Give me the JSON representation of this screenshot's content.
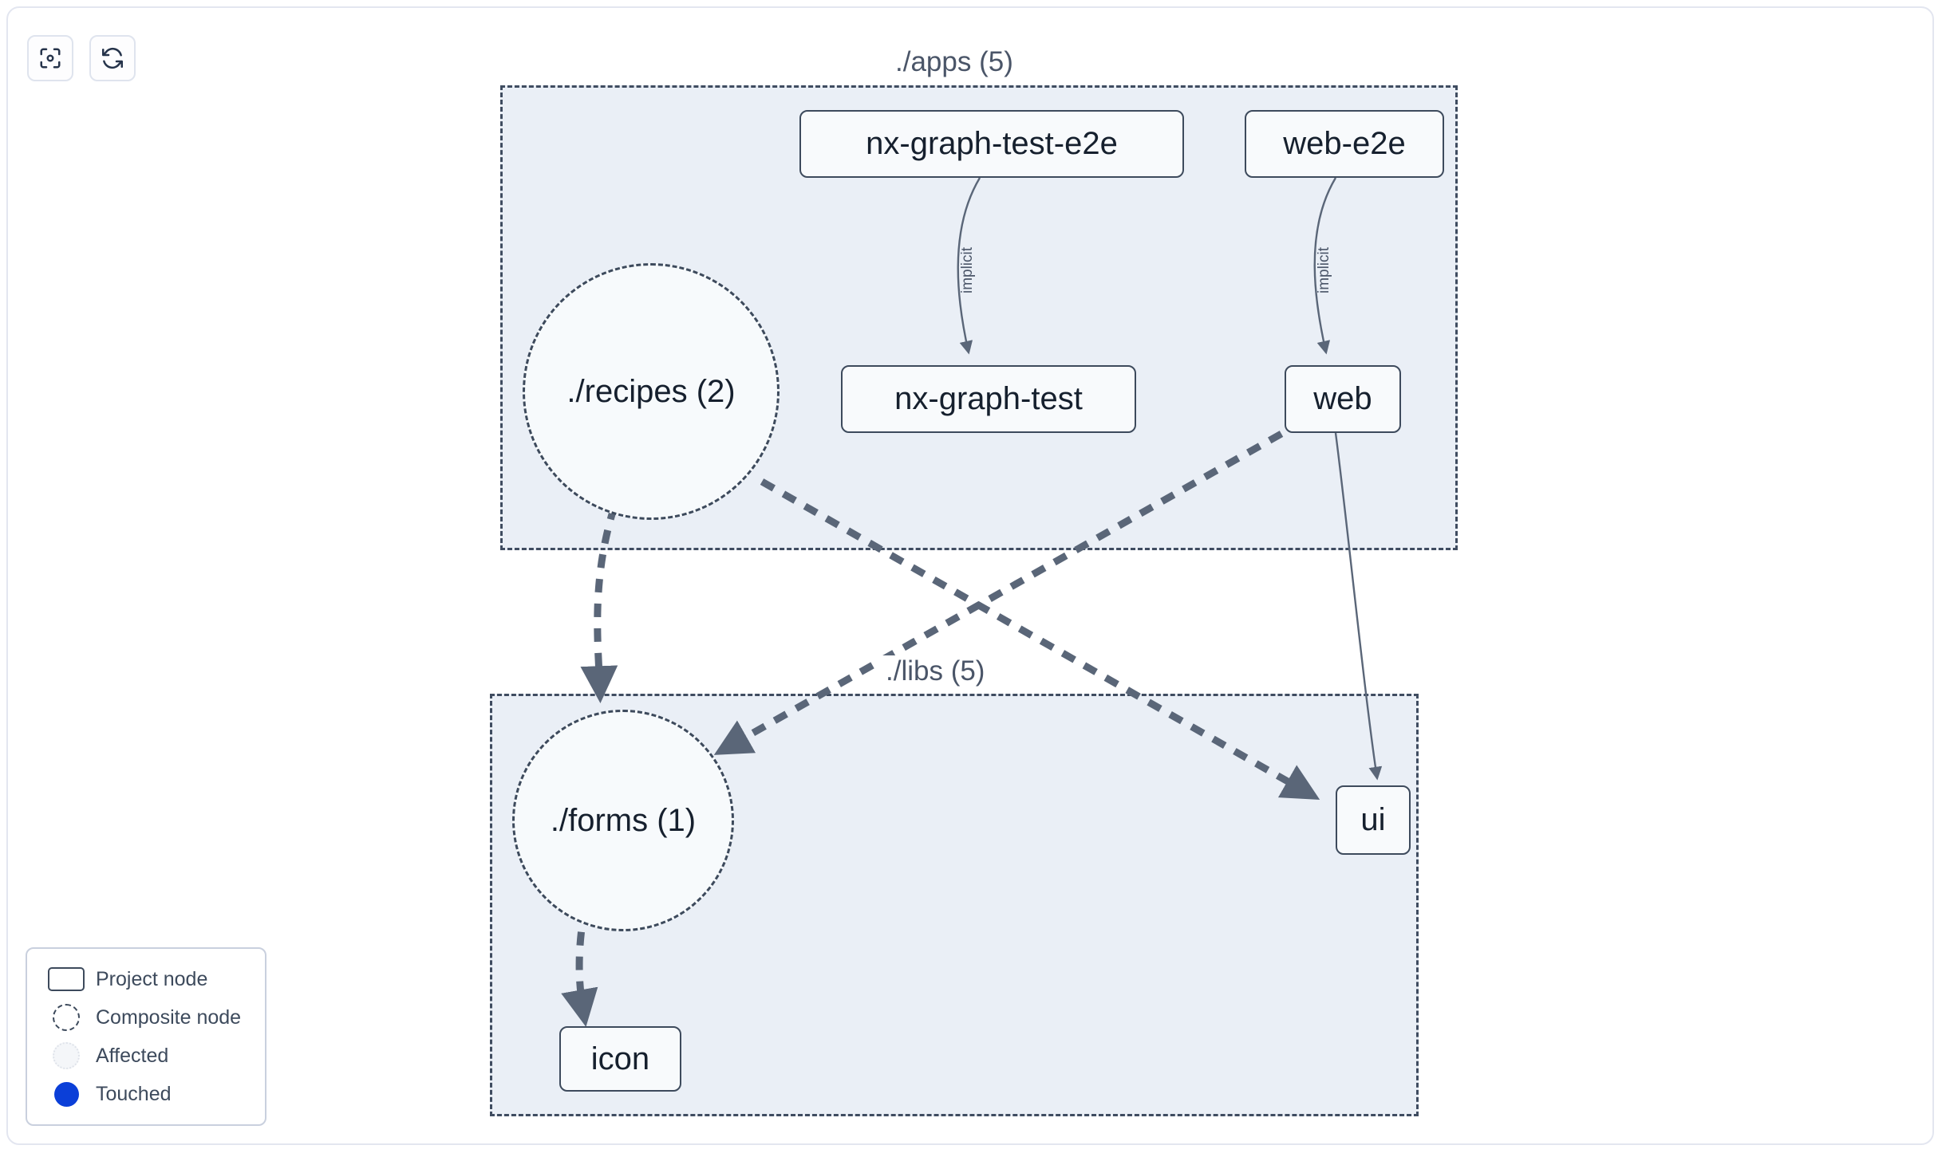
{
  "toolbar": {
    "buttons": [
      {
        "name": "focus-graph",
        "icon": "focus-target-icon",
        "label": ""
      },
      {
        "name": "refresh-graph",
        "icon": "refresh-icon",
        "label": ""
      }
    ]
  },
  "graph": {
    "groups": [
      {
        "id": "apps",
        "label": "./apps (5)"
      },
      {
        "id": "libs",
        "label": "./libs (5)"
      }
    ],
    "nodes": [
      {
        "id": "nx-graph-test-e2e",
        "label": "nx-graph-test-e2e",
        "type": "project"
      },
      {
        "id": "web-e2e",
        "label": "web-e2e",
        "type": "project"
      },
      {
        "id": "recipes",
        "label": "./recipes (2)",
        "type": "composite"
      },
      {
        "id": "nx-graph-test",
        "label": "nx-graph-test",
        "type": "project"
      },
      {
        "id": "web",
        "label": "web",
        "type": "project"
      },
      {
        "id": "forms",
        "label": "./forms (1)",
        "type": "composite"
      },
      {
        "id": "ui",
        "label": "ui",
        "type": "project"
      },
      {
        "id": "icon",
        "label": "icon",
        "type": "project"
      }
    ],
    "edges": [
      {
        "from": "nx-graph-test-e2e",
        "to": "nx-graph-test",
        "label": "implicit",
        "style": "solid"
      },
      {
        "from": "web-e2e",
        "to": "web",
        "label": "implicit",
        "style": "solid"
      },
      {
        "from": "web",
        "to": "ui",
        "label": "",
        "style": "solid"
      },
      {
        "from": "recipes",
        "to": "forms",
        "label": "",
        "style": "dashed"
      },
      {
        "from": "recipes",
        "to": "ui",
        "label": "",
        "style": "dashed"
      },
      {
        "from": "web",
        "to": "forms",
        "label": "",
        "style": "dashed"
      },
      {
        "from": "forms",
        "to": "icon",
        "label": "",
        "style": "dashed"
      }
    ]
  },
  "legend": {
    "items": [
      {
        "swatch": "project-node-swatch",
        "label": "Project node"
      },
      {
        "swatch": "composite-node-swatch",
        "label": "Composite node"
      },
      {
        "swatch": "affected-swatch",
        "label": "Affected"
      },
      {
        "swatch": "touched-swatch",
        "label": "Touched"
      }
    ]
  },
  "colors": {
    "group_fill": "#eaeff6",
    "group_border": "#3f4c60",
    "node_border": "#3d4a5c",
    "node_fill": "#f8fafc",
    "edge": "#5a6678",
    "touched": "#0b3fd8",
    "card_border": "#e3e6f0"
  }
}
